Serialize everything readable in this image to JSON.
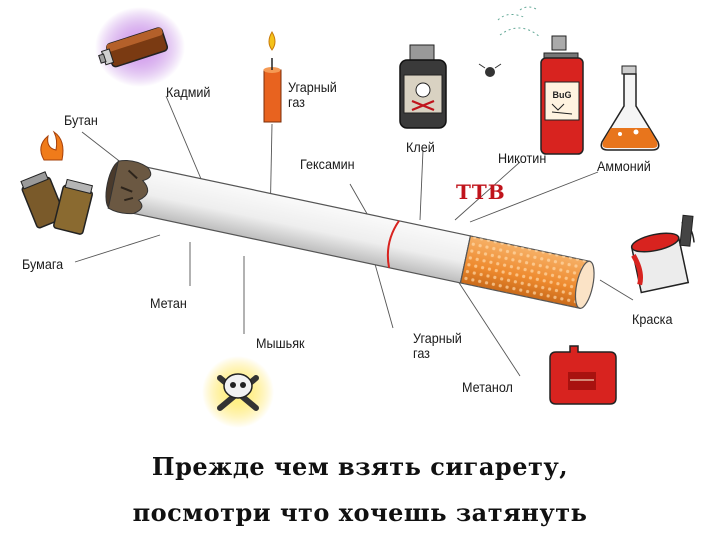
{
  "labels": {
    "butan": "Бутан",
    "kadmiy": "Кадмий",
    "ugarny_gaz_top": "Угарный\nгаз",
    "geksamin": "Гексамин",
    "kley": "Клей",
    "nikotin": "Никотин",
    "ammoniy": "Аммоний",
    "ttb": "ТТВ",
    "bumaga": "Бумага",
    "metan": "Метан",
    "myshyak": "Мышьяк",
    "ugarny_gaz_bottom": "Угарный\nгаз",
    "metanol": "Метанол",
    "kraska": "Краска"
  },
  "caption": {
    "line1": "Прежде чем взять сигарету,",
    "line2": "посмотри что хочешь затянуть"
  },
  "icons": {
    "spray_label": "BuG",
    "colors": {
      "filter": "#f08a2c",
      "paper": "#f4f4f4",
      "red": "#d8231f",
      "ash": "#5a4a3a",
      "glow": "#b15ee0"
    }
  }
}
